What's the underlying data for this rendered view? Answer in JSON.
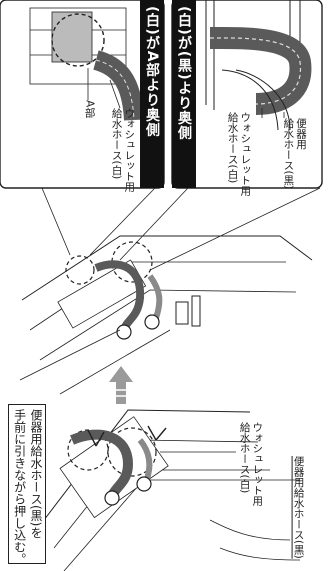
{
  "top_right_panel": {
    "header": "(白)が(黒)より奥側",
    "label_toilet_hose_1": "便器用",
    "label_toilet_hose_2": "給水ホース(黒)",
    "label_washlet_hose_1": "ウォシュレット用",
    "label_washlet_hose_2": "給水ホース(白)"
  },
  "top_left_panel": {
    "header": "(白)がA部より奥側",
    "label_part_a": "A部",
    "label_washlet_hose_1": "ウォシュレット用",
    "label_washlet_hose_2": "給水ホース(白)"
  },
  "instruction": {
    "line1": "便器用給水ホース(黒)を",
    "line2": "手前に引きながら押し込む。"
  },
  "bottom_labels": {
    "washlet_hose_1": "ウォシュレット用",
    "washlet_hose_2": "給水ホース(白)",
    "toilet_hose": "便器用給水ホース(黒)"
  },
  "colors": {
    "hose_dark": "#5a5a5a",
    "hose_mid": "#8a8a8a",
    "line": "#222222",
    "arrow": "#9a9a9a"
  }
}
